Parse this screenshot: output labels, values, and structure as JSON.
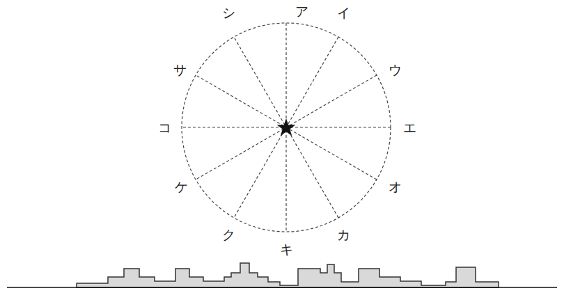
{
  "diagram": {
    "labels": [
      "ア",
      "イ",
      "ウ",
      "エ",
      "オ",
      "カ",
      "キ",
      "ク",
      "ケ",
      "コ",
      "サ",
      "シ"
    ]
  }
}
